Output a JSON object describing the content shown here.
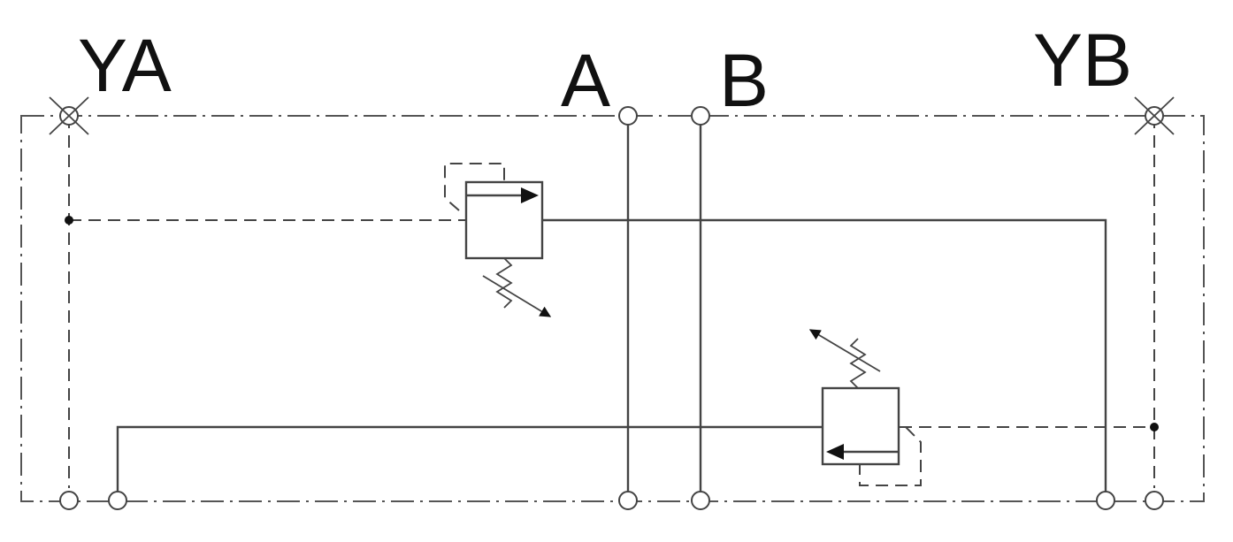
{
  "ports": {
    "ya": "YA",
    "a": "A",
    "b": "B",
    "yb": "YB"
  },
  "colors": {
    "line": "#444444",
    "text": "#111111",
    "background": "#ffffff"
  }
}
